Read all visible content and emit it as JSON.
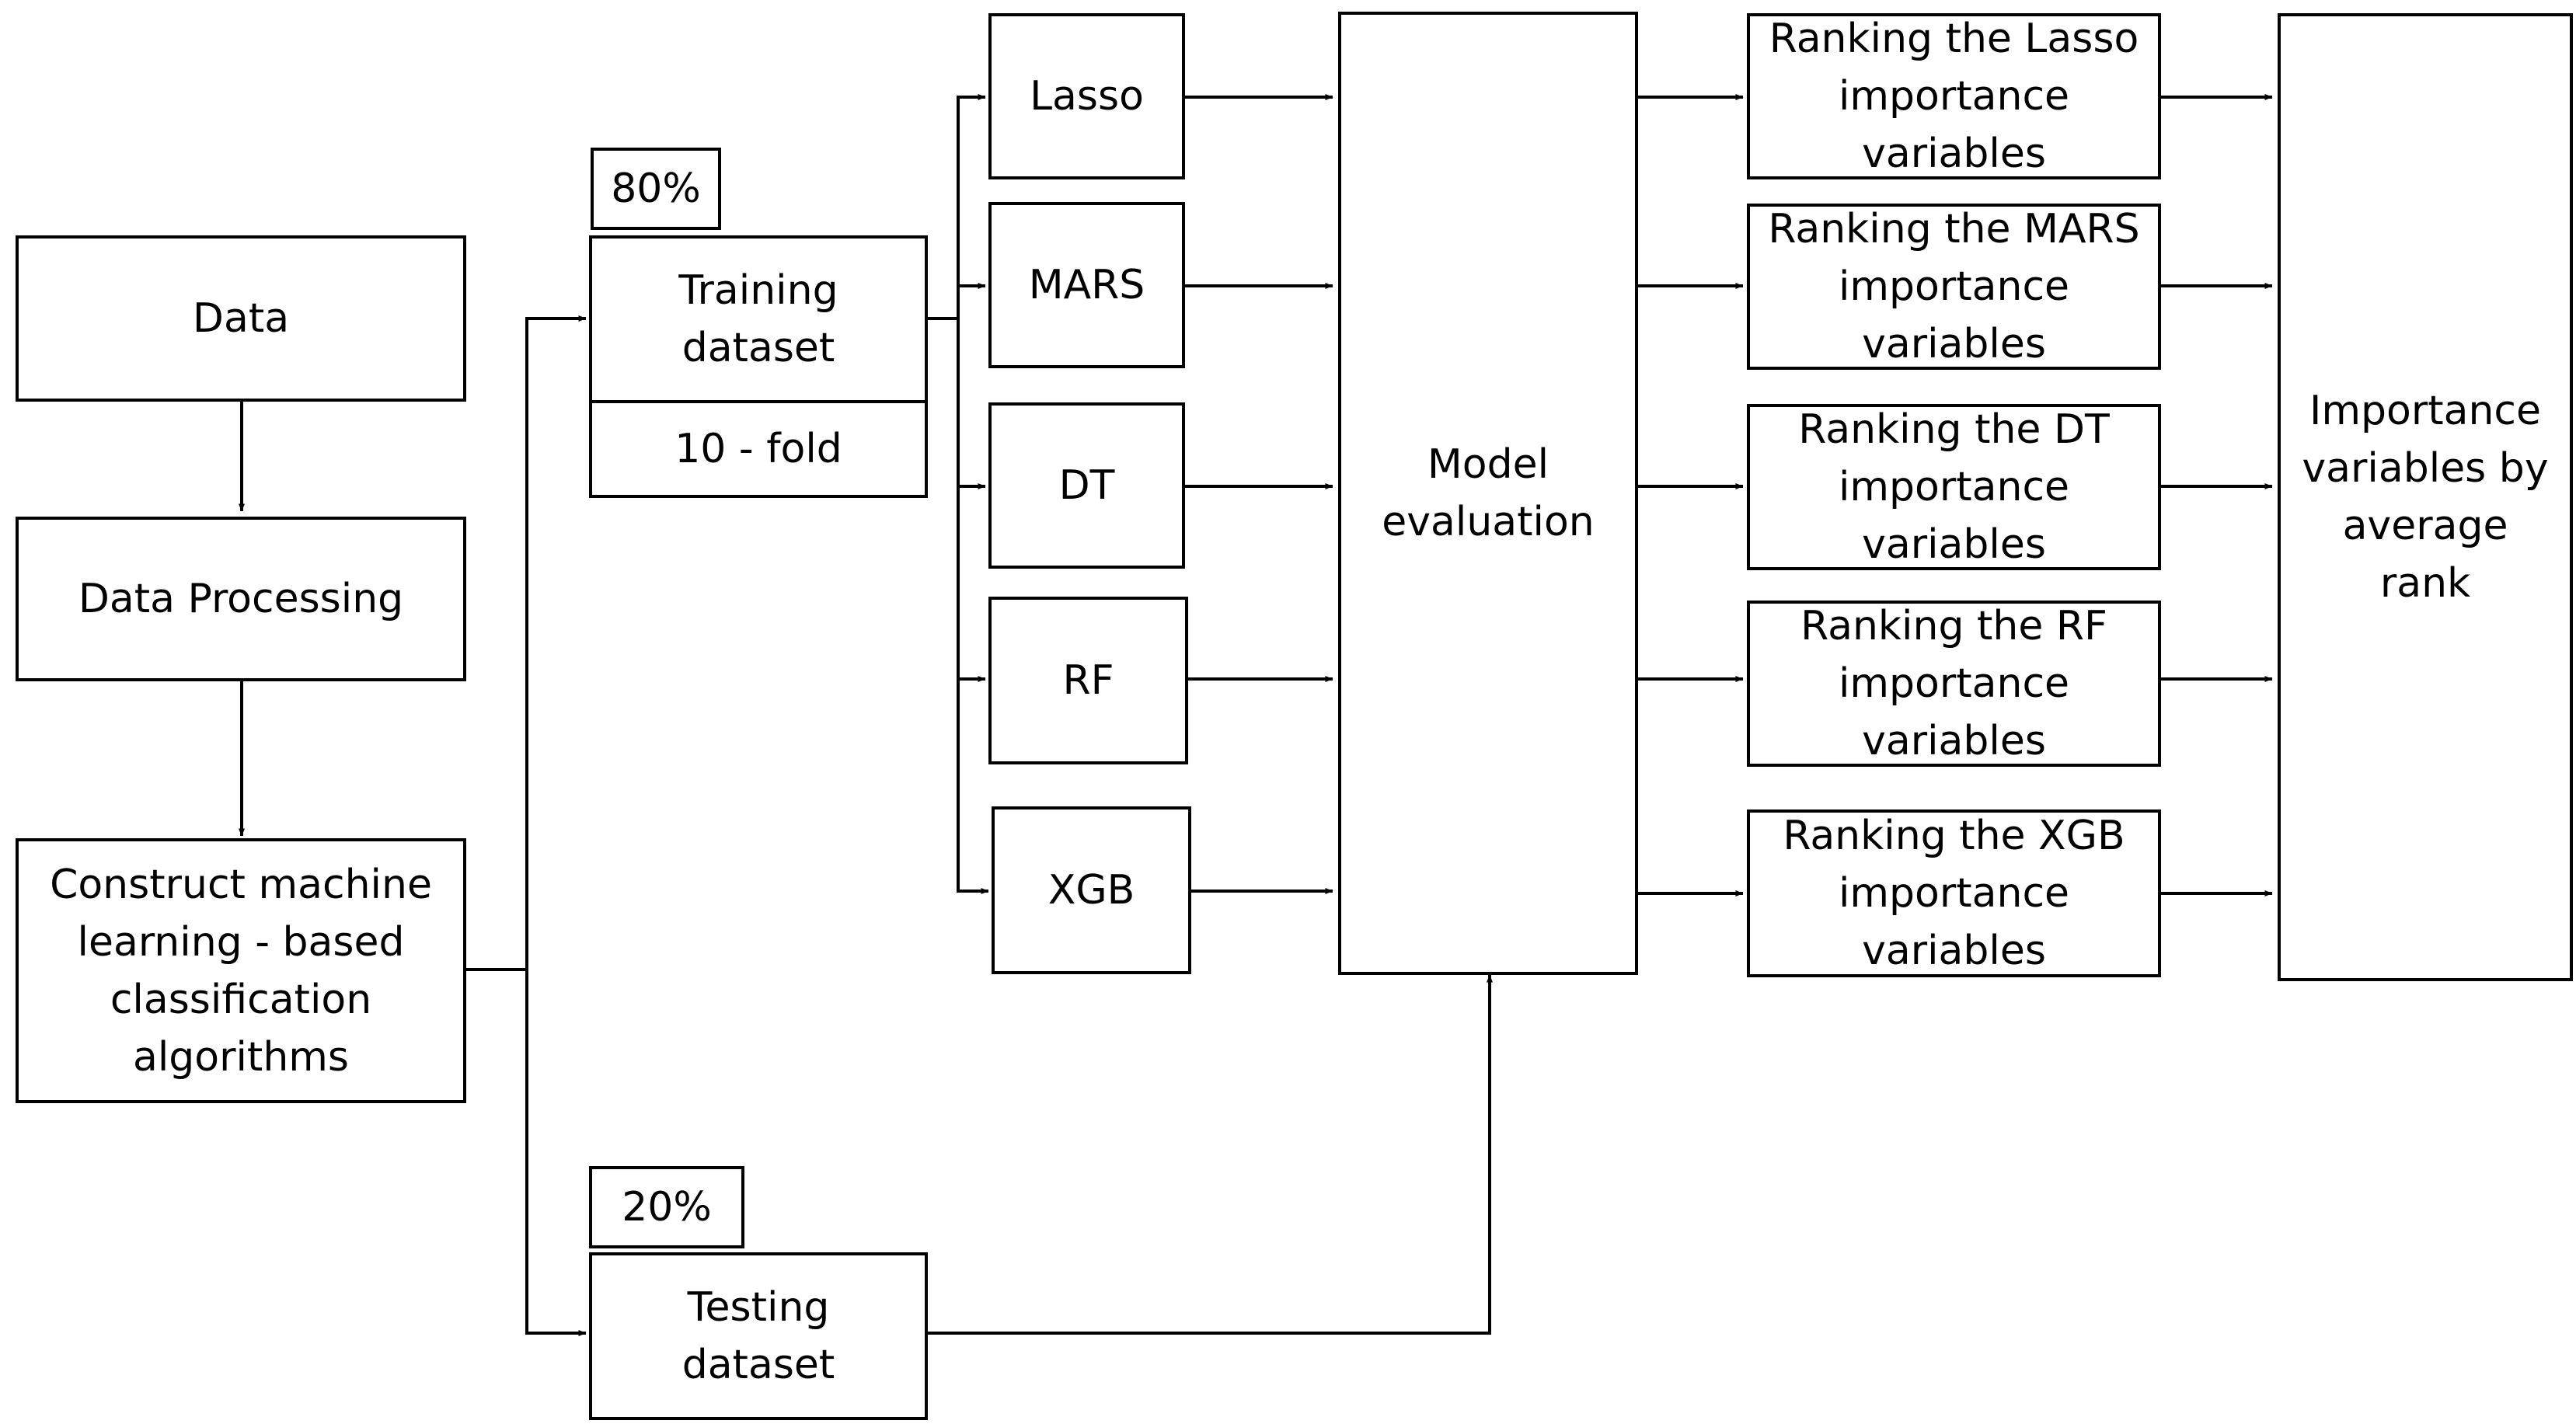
{
  "nodes": {
    "data": "Data",
    "data_processing": "Data Processing",
    "construct": "Construct machine learning - based classification algorithms",
    "pct_80": "80%",
    "training": "Training dataset",
    "ten_fold": "10 - fold",
    "pct_20": "20%",
    "testing": "Testing dataset",
    "lasso": "Lasso",
    "mars": "MARS",
    "dt": "DT",
    "rf": "RF",
    "xgb": "XGB",
    "model_eval": "Model evaluation",
    "rank_lasso": "Ranking the Lasso importance variables",
    "rank_mars": "Ranking the MARS importance variables",
    "rank_dt": "Ranking the DT importance variables",
    "rank_rf": "Ranking the RF importance variables",
    "rank_xgb": "Ranking the XGB importance variables",
    "final": "Importance variables by average rank"
  }
}
